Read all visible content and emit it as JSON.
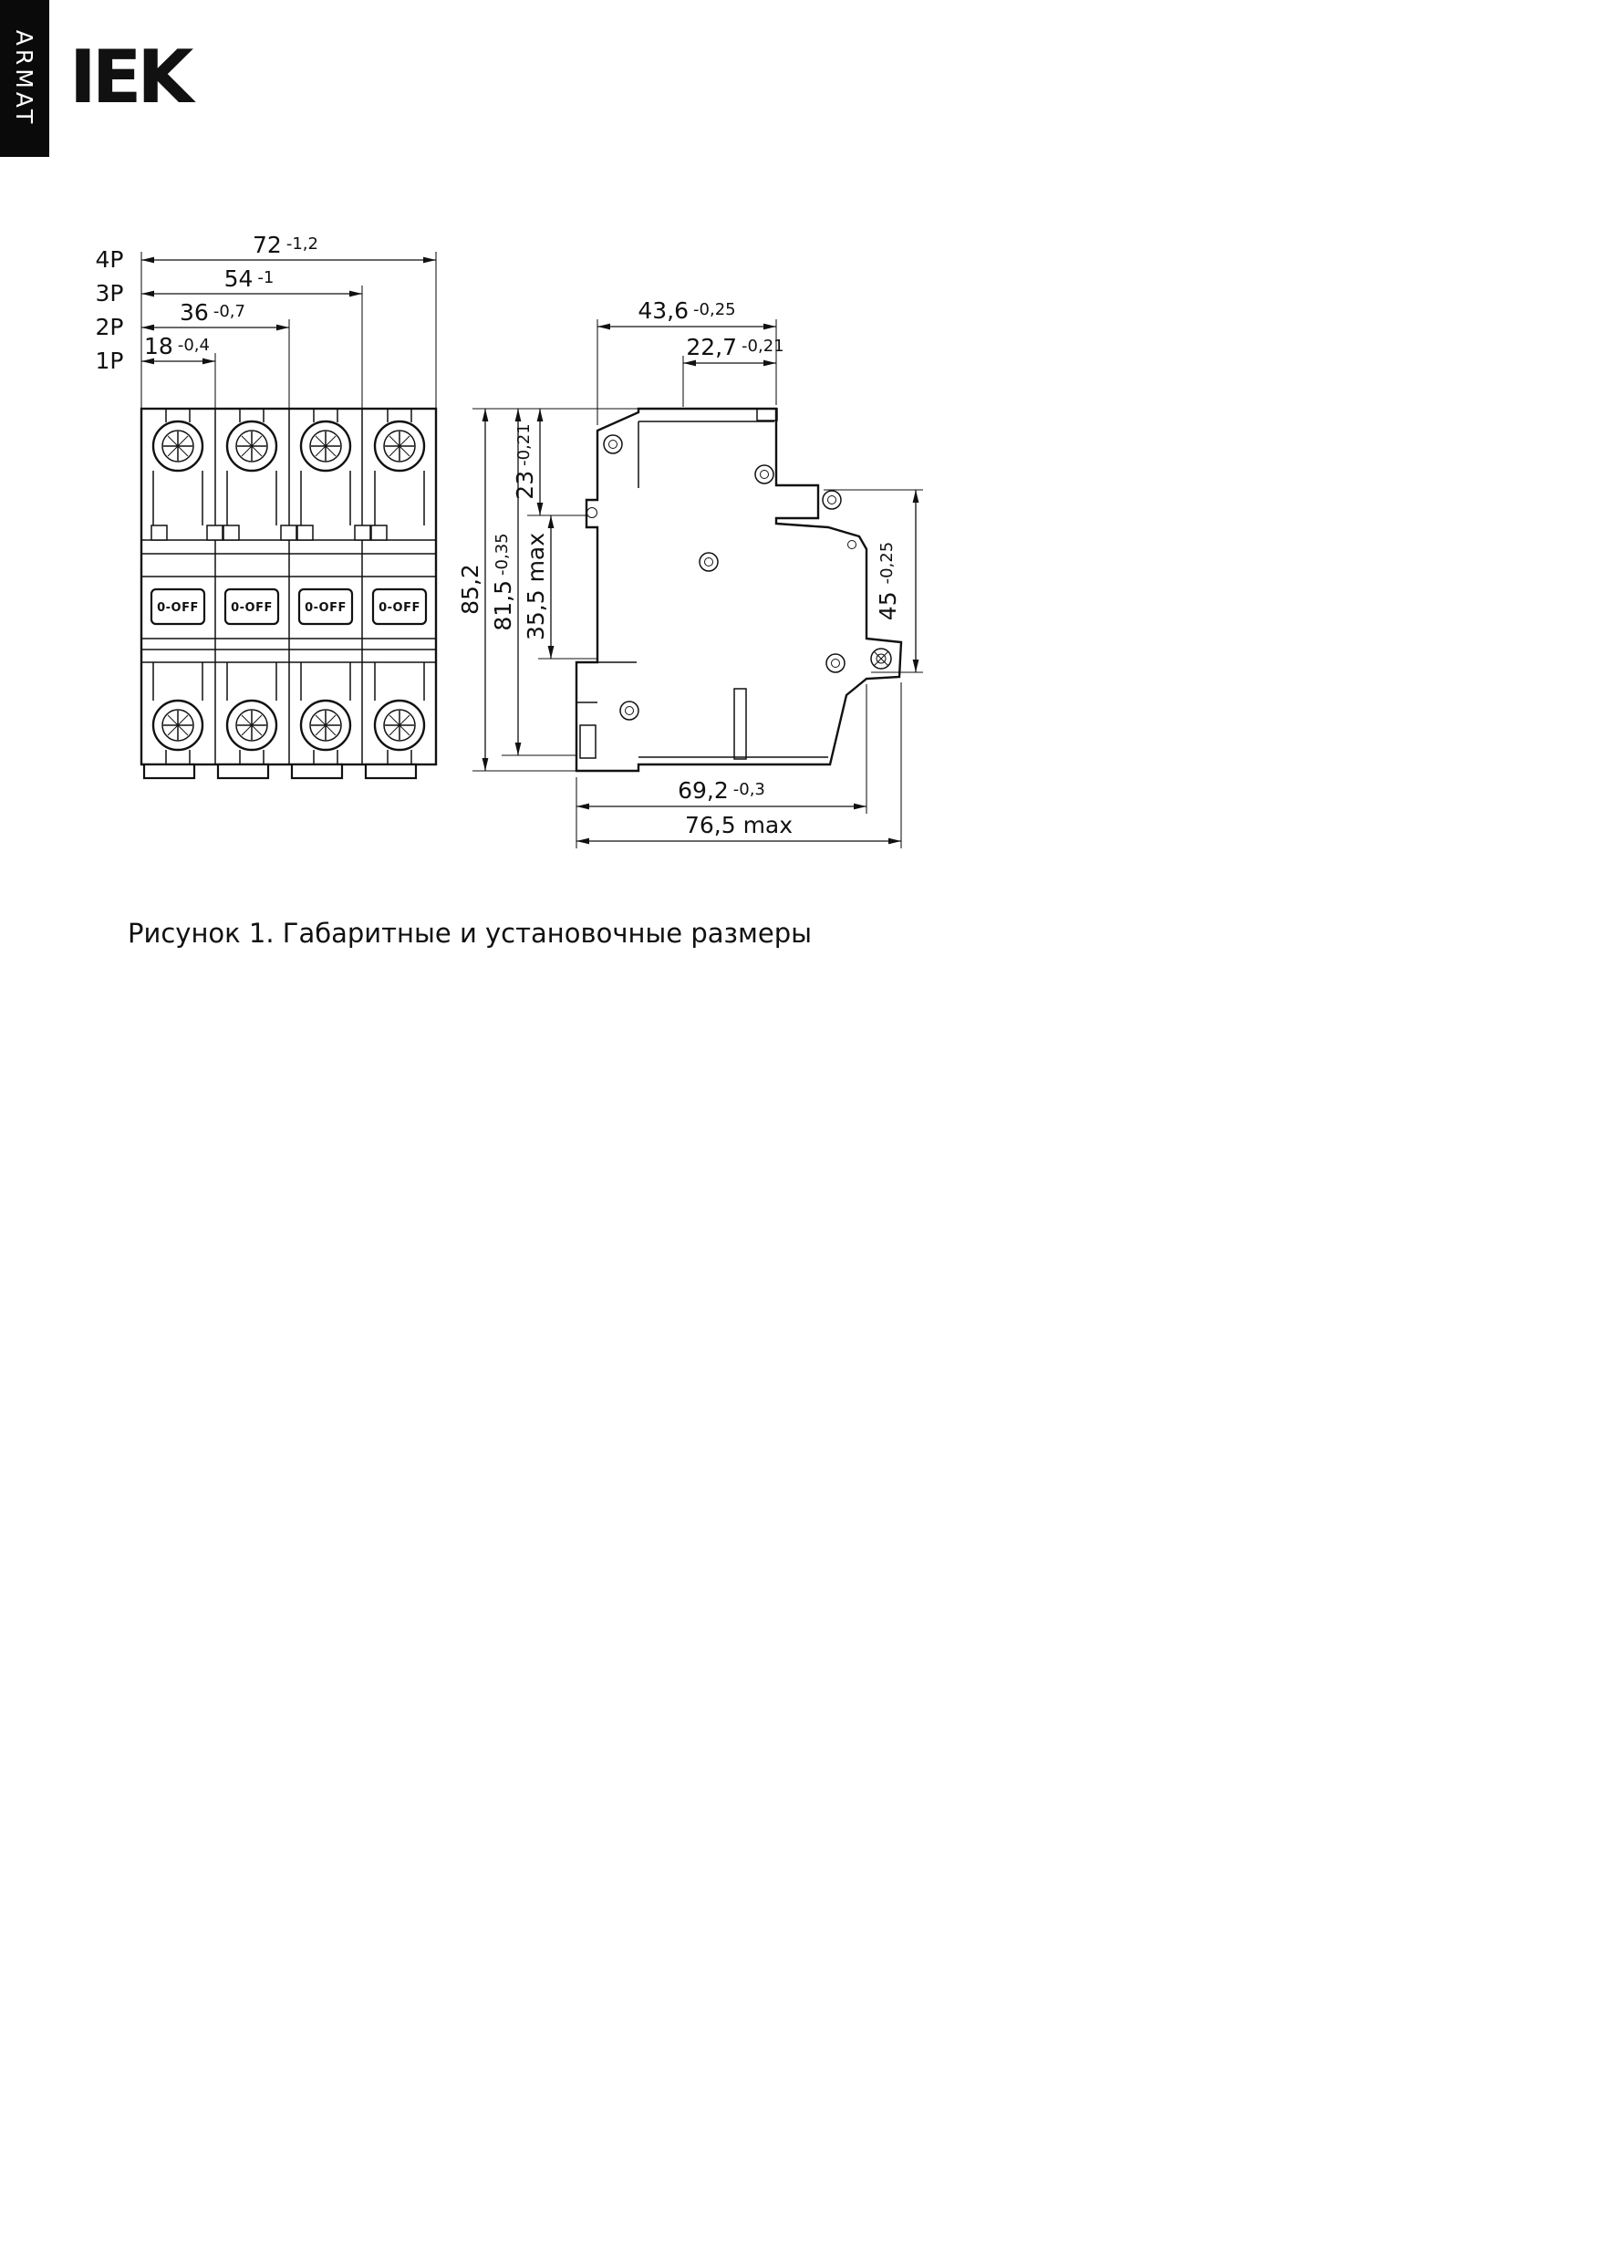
{
  "page": {
    "caption": "Рисунок 1. Габаритные и установочные размеры"
  },
  "brand": {
    "logo_text": "IEK",
    "series_label": "ARMAT"
  },
  "front_view": {
    "pole_dimensions": [
      {
        "pole": "4P",
        "value": "72",
        "tolerance": "-1,2"
      },
      {
        "pole": "3P",
        "value": "54",
        "tolerance": "-1"
      },
      {
        "pole": "2P",
        "value": "36",
        "tolerance": "-0,7"
      },
      {
        "pole": "1P",
        "value": "18",
        "tolerance": "-0,4"
      }
    ],
    "toggle_label": "0-OFF",
    "height_dimension": {
      "value": "85,2",
      "tolerance": ""
    },
    "mounting_height_dimension": {
      "value": "81,5",
      "tolerance": "-0,35"
    },
    "top_zone_dimension": {
      "value": "23",
      "tolerance": "-0,21"
    },
    "handle_zone_dimension": {
      "value": "35,5 max",
      "tolerance": ""
    }
  },
  "side_view": {
    "depth_dimension": {
      "value": "43,6",
      "tolerance": "-0,25"
    },
    "upper_depth_dimension": {
      "value": "22,7",
      "tolerance": "-0,21"
    },
    "front_height_dimension": {
      "value": "45",
      "tolerance": "-0,25"
    },
    "lower_depth_dimension": {
      "value": "69,2",
      "tolerance": "-0,3"
    },
    "max_depth_dimension": {
      "value": "76,5 max",
      "tolerance": ""
    }
  }
}
